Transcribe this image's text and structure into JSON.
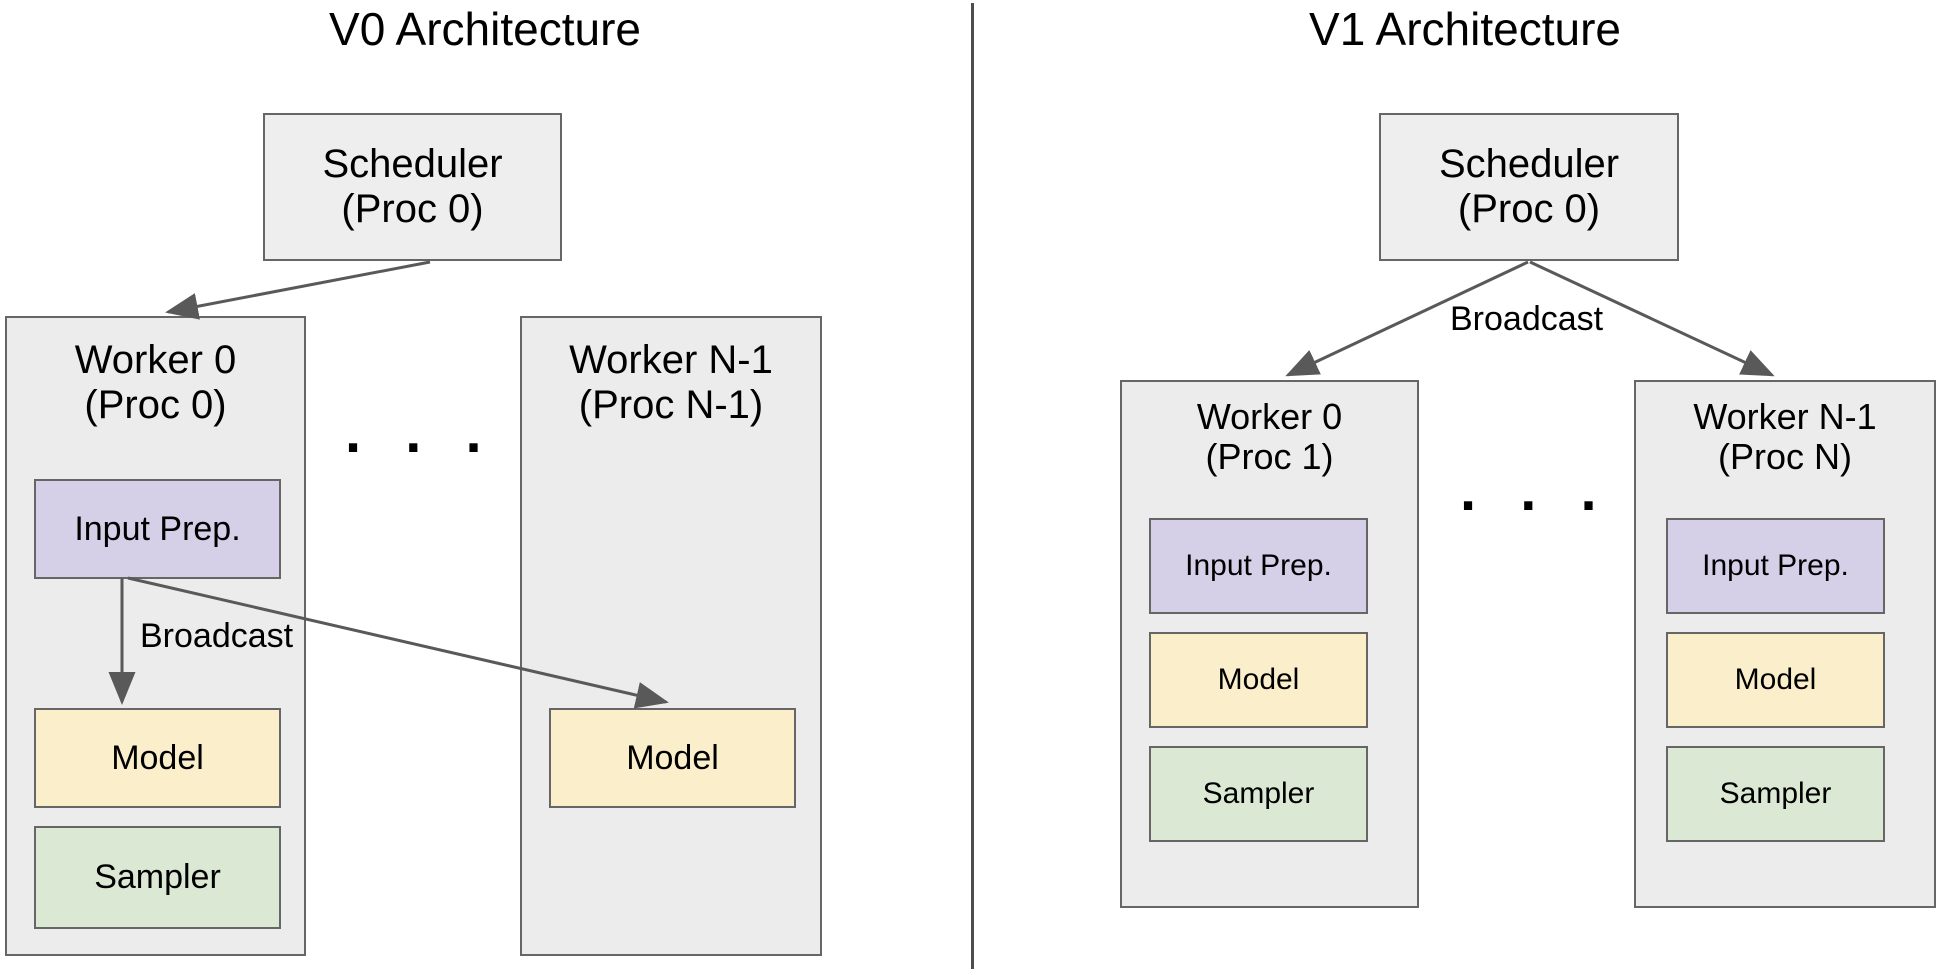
{
  "panels": [
    {
      "id": "v0",
      "title": "V0 Architecture",
      "scheduler": {
        "line1": "Scheduler",
        "line2": "(Proc 0)"
      },
      "edge_label": "Broadcast",
      "ellipsis": ". . .",
      "workers": [
        {
          "name": "Worker 0",
          "proc": "(Proc 0)",
          "blocks": [
            "Input Prep.",
            "Model",
            "Sampler"
          ]
        },
        {
          "name": "Worker N-1",
          "proc": "(Proc N-1)",
          "blocks": [
            "Model"
          ]
        }
      ]
    },
    {
      "id": "v1",
      "title": "V1 Architecture",
      "scheduler": {
        "line1": "Scheduler",
        "line2": "(Proc 0)"
      },
      "edge_label": "Broadcast",
      "ellipsis": ". . .",
      "workers": [
        {
          "name": "Worker 0",
          "proc": "(Proc 1)",
          "blocks": [
            "Input Prep.",
            "Model",
            "Sampler"
          ]
        },
        {
          "name": "Worker N-1",
          "proc": "(Proc N)",
          "blocks": [
            "Input Prep.",
            "Model",
            "Sampler"
          ]
        }
      ]
    }
  ],
  "colors": {
    "node_fill": "#eeeeee",
    "node_border": "#666666",
    "input_prep_fill": "#d5cfe8",
    "model_fill": "#fbeecb",
    "sampler_fill": "#dbe8d4",
    "arrow_stroke": "#595959",
    "divider": "#4d4d4d",
    "background": "#ffffff",
    "text": "#000000"
  }
}
